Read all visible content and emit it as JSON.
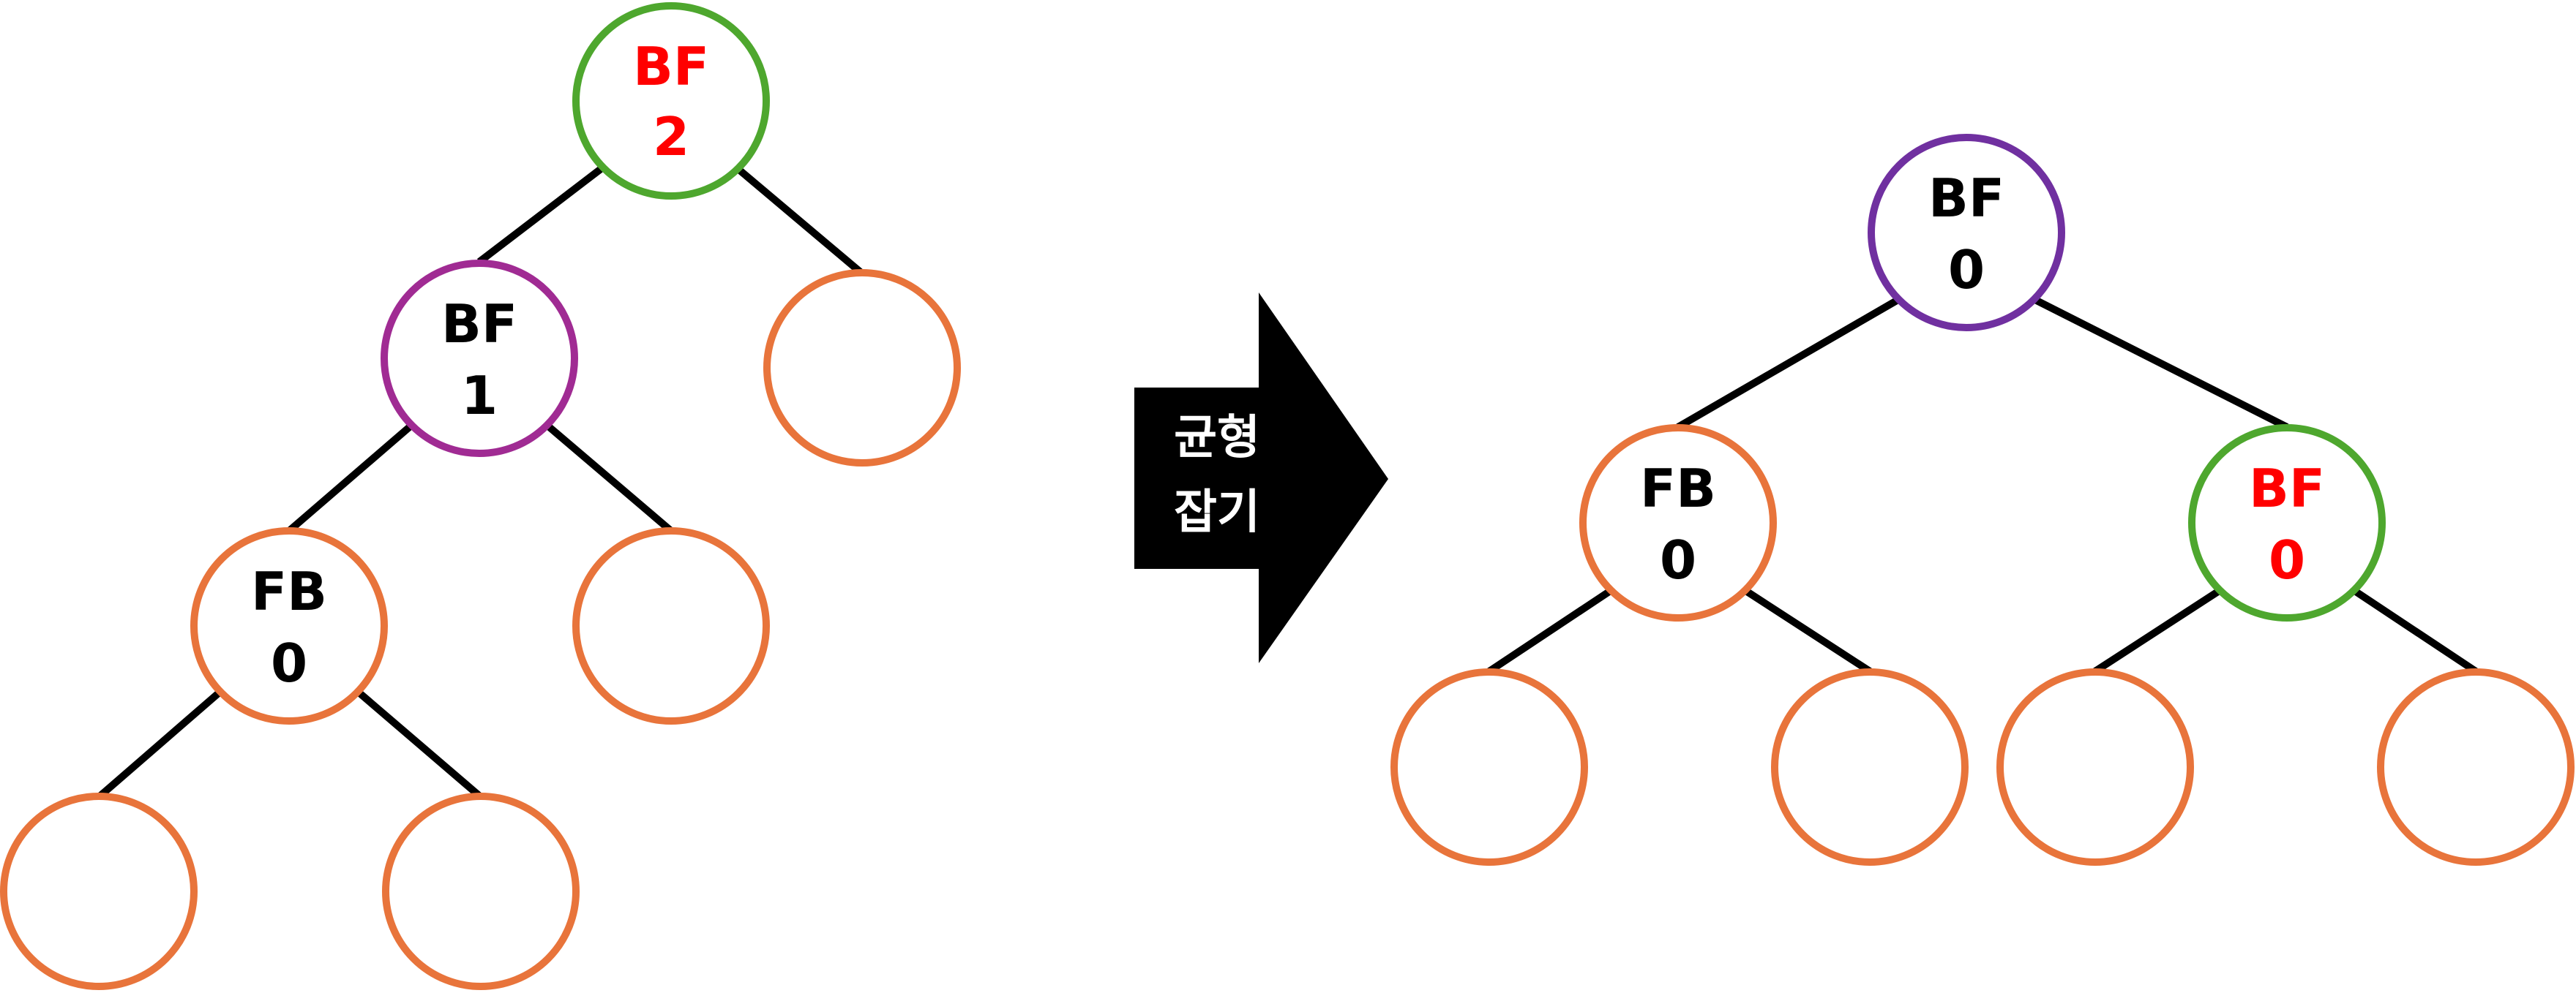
{
  "colors": {
    "edge": "#000000",
    "leaf_outline": "#E8743B",
    "root_outline_left": "#4EA72E",
    "child_outline_left": "#A02B93",
    "root_outline_right": "#7030A0",
    "text_black": "#000000",
    "text_red": "#FF0000",
    "arrow_fill": "#000000",
    "arrow_text": "#FFFFFF"
  },
  "before_tree": {
    "root": {
      "line1": "BF",
      "line2": "2",
      "text_color": "red"
    },
    "left_child": {
      "line1": "BF",
      "line2": "1",
      "text_color": "black"
    },
    "left_grandchild": {
      "line1": "FB",
      "line2": "0",
      "text_color": "black"
    }
  },
  "arrow": {
    "line1": "균형",
    "line2": "잡기"
  },
  "after_tree": {
    "root": {
      "line1": "BF",
      "line2": "0",
      "text_color": "black"
    },
    "left_child": {
      "line1": "FB",
      "line2": "0",
      "text_color": "black"
    },
    "right_child": {
      "line1": "BF",
      "line2": "0",
      "text_color": "red"
    }
  }
}
